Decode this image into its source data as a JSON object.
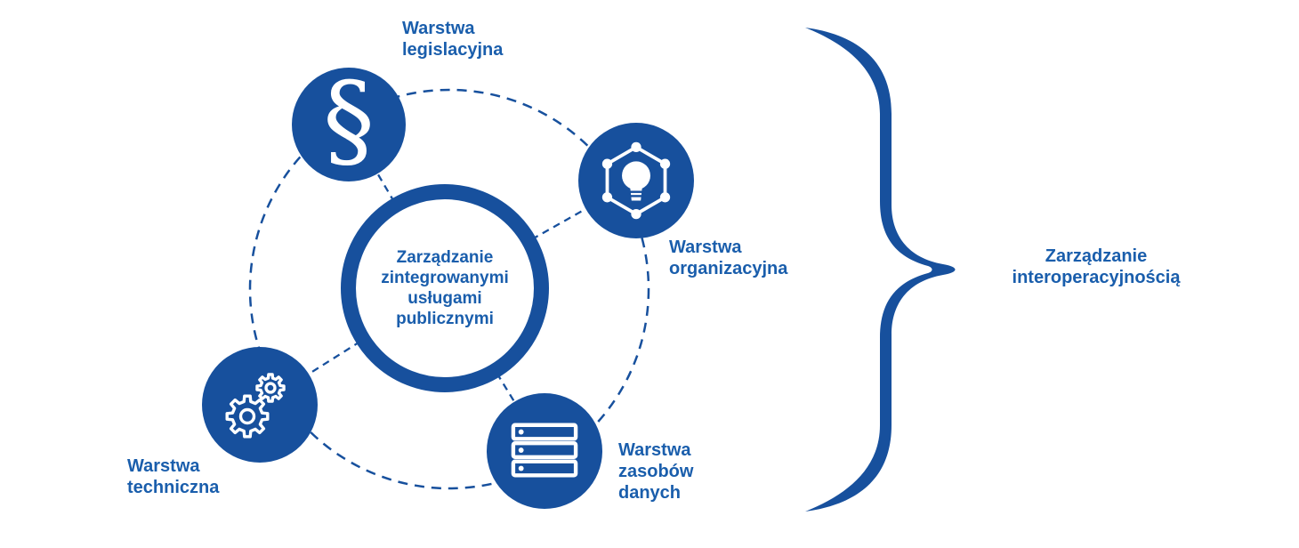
{
  "colors": {
    "primary_blue": "#17509D",
    "text_blue": "#1A5EAC",
    "background": "#FFFFFF",
    "icon_white": "#FFFFFF"
  },
  "center_node": {
    "label": "Zarządzanie zintegrowanymi usługami publicznymi"
  },
  "layer_nodes": [
    {
      "label": "Warstwa legislacyjna",
      "icon": "section-sign-icon"
    },
    {
      "label": "Warstwa organizacyjna",
      "icon": "lightbulb-network-icon"
    },
    {
      "label": "Warstwa techniczna",
      "icon": "gears-icon"
    },
    {
      "label": "Warstwa zasobów danych",
      "icon": "server-stack-icon"
    }
  ],
  "brace": {
    "label": "Zarządzanie interoperacyjnością"
  },
  "icons": {
    "section_sign_glyph": "§"
  }
}
